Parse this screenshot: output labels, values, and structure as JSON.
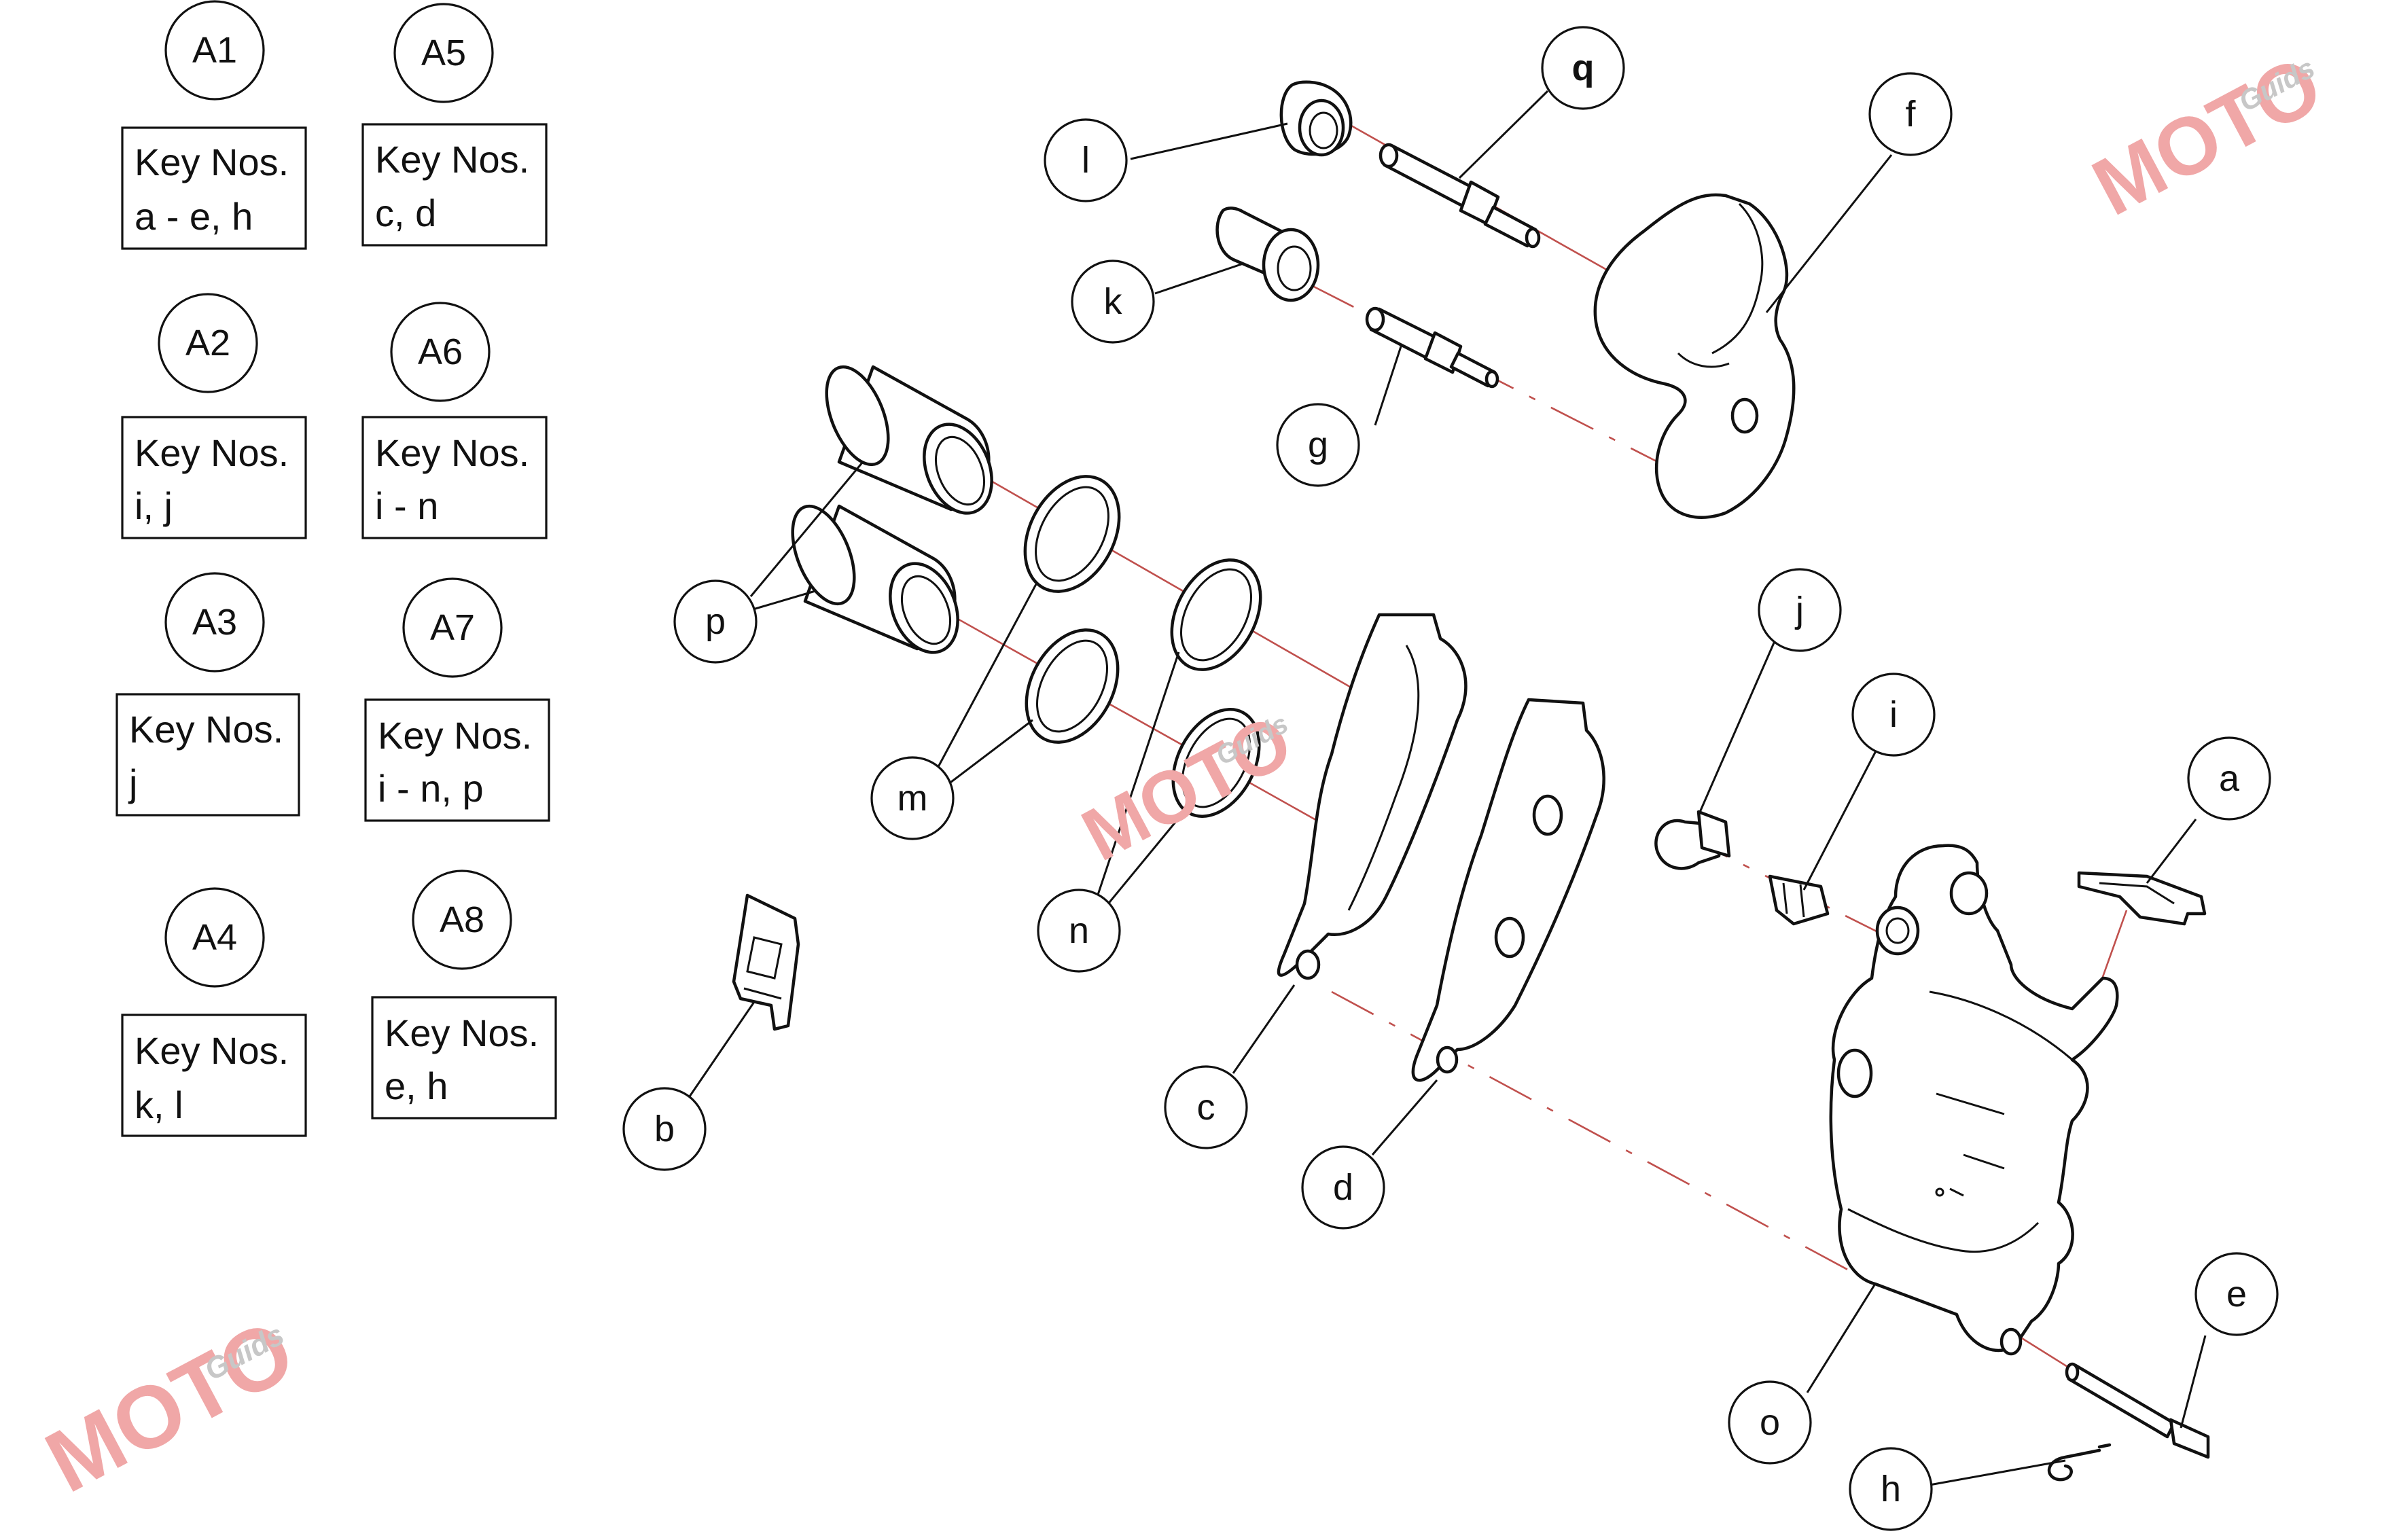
{
  "assemblies": [
    {
      "id": "A1",
      "label": "A1",
      "keys_heading": "Key Nos.",
      "keys": "a - e, h"
    },
    {
      "id": "A2",
      "label": "A2",
      "keys_heading": "Key Nos.",
      "keys": "i, j"
    },
    {
      "id": "A3",
      "label": "A3",
      "keys_heading": "Key Nos.",
      "keys": "j"
    },
    {
      "id": "A4",
      "label": "A4",
      "keys_heading": "Key Nos.",
      "keys": "k, l"
    },
    {
      "id": "A5",
      "label": "A5",
      "keys_heading": "Key Nos.",
      "keys": "c, d"
    },
    {
      "id": "A6",
      "label": "A6",
      "keys_heading": "Key Nos.",
      "keys": "i - n"
    },
    {
      "id": "A7",
      "label": "A7",
      "keys_heading": "Key Nos.",
      "keys": "i - n, p"
    },
    {
      "id": "A8",
      "label": "A8",
      "keys_heading": "Key Nos.",
      "keys": "e, h"
    }
  ],
  "callouts": {
    "a": "a",
    "b": "b",
    "c": "c",
    "d": "d",
    "e": "e",
    "f": "f",
    "g": "g",
    "h": "h",
    "i": "i",
    "j": "j",
    "k": "k",
    "l": "l",
    "m": "m",
    "n": "n",
    "o": "o",
    "p": "p",
    "q": "q"
  },
  "watermark": {
    "brand": "MOTO",
    "sub": "Guids"
  },
  "colors": {
    "line": "#111111",
    "axis": "#c0504d",
    "watermark": "#f0a7a7"
  }
}
